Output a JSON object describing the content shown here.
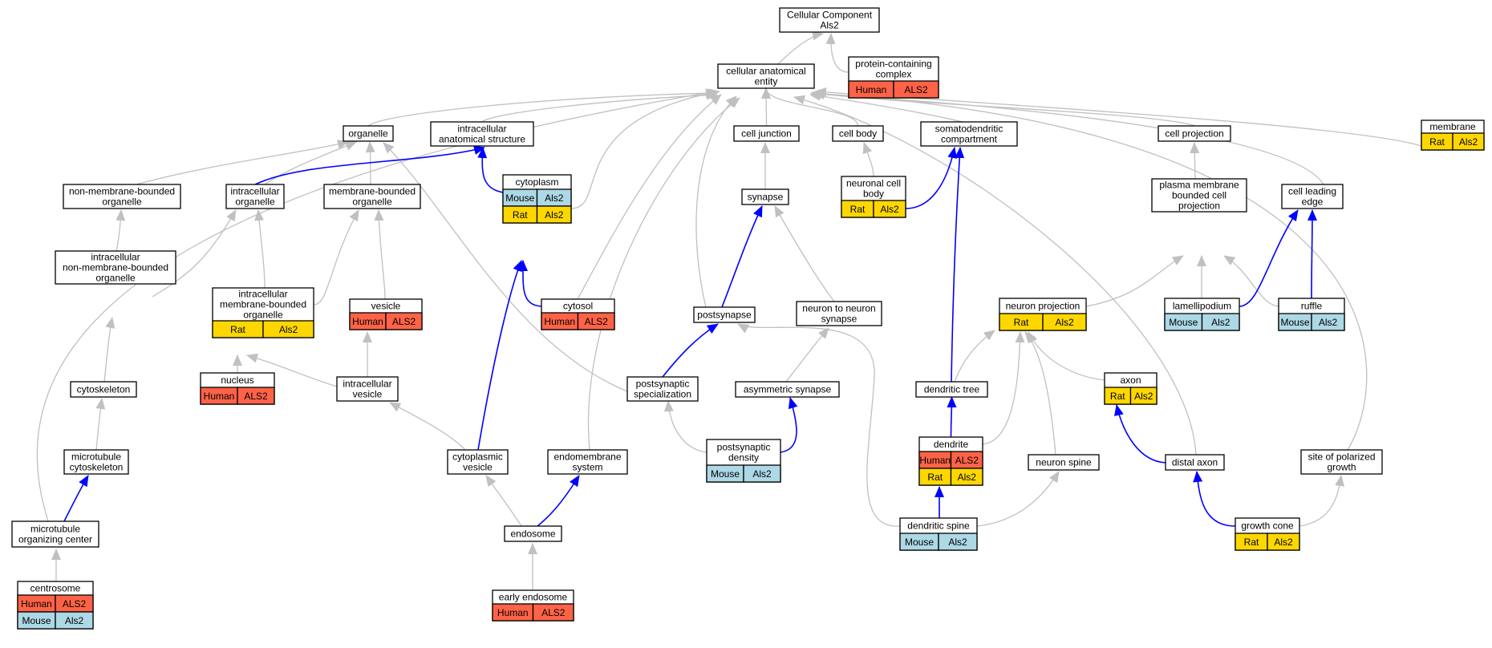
{
  "colors": {
    "Human": "#ff6347",
    "Mouse": "#add8e6",
    "Rat": "#ffd700",
    "edge_gray": "#c0c0c0",
    "edge_blue": "#0000ff"
  },
  "nodes": [
    {
      "id": "root",
      "lines": [
        "Cellular Component",
        "Als2"
      ],
      "rows": []
    },
    {
      "id": "anat",
      "lines": [
        "cellular anatomical",
        "entity"
      ],
      "rows": []
    },
    {
      "id": "protcomplex",
      "lines": [
        "protein-containing",
        "complex"
      ],
      "rows": [
        [
          {
            "sp": "Human",
            "g": "ALS2"
          }
        ]
      ]
    },
    {
      "id": "organelle",
      "lines": [
        "organelle"
      ],
      "rows": []
    },
    {
      "id": "ias",
      "lines": [
        "intracellular",
        "anatomical structure"
      ],
      "rows": []
    },
    {
      "id": "celljunction",
      "lines": [
        "cell junction"
      ],
      "rows": []
    },
    {
      "id": "cellbody",
      "lines": [
        "cell body"
      ],
      "rows": []
    },
    {
      "id": "somato",
      "lines": [
        "somatodendritic",
        "compartment"
      ],
      "rows": []
    },
    {
      "id": "cellprojection",
      "lines": [
        "cell projection"
      ],
      "rows": []
    },
    {
      "id": "membrane",
      "lines": [
        "membrane"
      ],
      "rows": [
        [
          {
            "sp": "Rat",
            "g": "Als2"
          }
        ]
      ]
    },
    {
      "id": "nmbo",
      "lines": [
        "non-membrane-bounded",
        "organelle"
      ],
      "rows": []
    },
    {
      "id": "intorg",
      "lines": [
        "intracellular",
        "organelle"
      ],
      "rows": []
    },
    {
      "id": "mbo",
      "lines": [
        "membrane-bounded",
        "organelle"
      ],
      "rows": []
    },
    {
      "id": "cytoplasm",
      "lines": [
        "cytoplasm"
      ],
      "rows": [
        [
          {
            "sp": "Mouse",
            "g": "Als2"
          }
        ],
        [
          {
            "sp": "Rat",
            "g": "Als2"
          }
        ]
      ]
    },
    {
      "id": "synapse",
      "lines": [
        "synapse"
      ],
      "rows": []
    },
    {
      "id": "ncb",
      "lines": [
        "neuronal cell",
        "body"
      ],
      "rows": [
        [
          {
            "sp": "Rat",
            "g": "Als2"
          }
        ]
      ]
    },
    {
      "id": "pmbcp",
      "lines": [
        "plasma membrane",
        "bounded cell",
        "projection"
      ],
      "rows": []
    },
    {
      "id": "cle",
      "lines": [
        "cell leading",
        "edge"
      ],
      "rows": []
    },
    {
      "id": "inmbo",
      "lines": [
        "intracellular",
        "non-membrane-bounded",
        "organelle"
      ],
      "rows": []
    },
    {
      "id": "imbo",
      "lines": [
        "intracellular",
        "membrane-bounded",
        "organelle"
      ],
      "rows": [
        [
          {
            "sp": "Rat",
            "g": "Als2"
          }
        ]
      ]
    },
    {
      "id": "vesicle",
      "lines": [
        "vesicle"
      ],
      "rows": [
        [
          {
            "sp": "Human",
            "g": "ALS2"
          }
        ]
      ]
    },
    {
      "id": "cytosol",
      "lines": [
        "cytosol"
      ],
      "rows": [
        [
          {
            "sp": "Human",
            "g": "ALS2"
          }
        ]
      ]
    },
    {
      "id": "postsynapse",
      "lines": [
        "postsynapse"
      ],
      "rows": []
    },
    {
      "id": "n2n",
      "lines": [
        "neuron to neuron",
        "synapse"
      ],
      "rows": []
    },
    {
      "id": "neuronproj",
      "lines": [
        "neuron projection"
      ],
      "rows": [
        [
          {
            "sp": "Rat",
            "g": "Als2"
          }
        ]
      ]
    },
    {
      "id": "lamelli",
      "lines": [
        "lamellipodium"
      ],
      "rows": [
        [
          {
            "sp": "Mouse",
            "g": "Als2"
          }
        ]
      ]
    },
    {
      "id": "ruffle",
      "lines": [
        "ruffle"
      ],
      "rows": [
        [
          {
            "sp": "Mouse",
            "g": "Als2"
          }
        ]
      ]
    },
    {
      "id": "cytoskeleton",
      "lines": [
        "cytoskeleton"
      ],
      "rows": []
    },
    {
      "id": "nucleus",
      "lines": [
        "nucleus"
      ],
      "rows": [
        [
          {
            "sp": "Human",
            "g": "ALS2"
          }
        ]
      ]
    },
    {
      "id": "intves",
      "lines": [
        "intracellular",
        "vesicle"
      ],
      "rows": []
    },
    {
      "id": "pss",
      "lines": [
        "postsynaptic",
        "specialization"
      ],
      "rows": []
    },
    {
      "id": "asym",
      "lines": [
        "asymmetric synapse"
      ],
      "rows": []
    },
    {
      "id": "dendtree",
      "lines": [
        "dendritic tree"
      ],
      "rows": []
    },
    {
      "id": "axon",
      "lines": [
        "axon"
      ],
      "rows": [
        [
          {
            "sp": "Rat",
            "g": "Als2"
          }
        ]
      ]
    },
    {
      "id": "mtcyto",
      "lines": [
        "microtubule",
        "cytoskeleton"
      ],
      "rows": []
    },
    {
      "id": "cytoves",
      "lines": [
        "cytoplasmic",
        "vesicle"
      ],
      "rows": []
    },
    {
      "id": "endomem",
      "lines": [
        "endomembrane",
        "system"
      ],
      "rows": []
    },
    {
      "id": "psd",
      "lines": [
        "postsynaptic",
        "density"
      ],
      "rows": [
        [
          {
            "sp": "Mouse",
            "g": "Als2"
          }
        ]
      ]
    },
    {
      "id": "dendrite",
      "lines": [
        "dendrite"
      ],
      "rows": [
        [
          {
            "sp": "Human",
            "g": "ALS2"
          }
        ],
        [
          {
            "sp": "Rat",
            "g": "Als2"
          }
        ]
      ]
    },
    {
      "id": "nspine",
      "lines": [
        "neuron spine"
      ],
      "rows": []
    },
    {
      "id": "distaxon",
      "lines": [
        "distal axon"
      ],
      "rows": []
    },
    {
      "id": "spg",
      "lines": [
        "site of polarized",
        "growth"
      ],
      "rows": []
    },
    {
      "id": "mtoc",
      "lines": [
        "microtubule",
        "organizing center"
      ],
      "rows": []
    },
    {
      "id": "endosome",
      "lines": [
        "endosome"
      ],
      "rows": []
    },
    {
      "id": "dspine",
      "lines": [
        "dendritic spine"
      ],
      "rows": [
        [
          {
            "sp": "Mouse",
            "g": "Als2"
          }
        ]
      ]
    },
    {
      "id": "growthcone",
      "lines": [
        "growth cone"
      ],
      "rows": [
        [
          {
            "sp": "Rat",
            "g": "Als2"
          }
        ]
      ]
    },
    {
      "id": "centrosome",
      "lines": [
        "centrosome"
      ],
      "rows": [
        [
          {
            "sp": "Human",
            "g": "ALS2"
          }
        ],
        [
          {
            "sp": "Mouse",
            "g": "Als2"
          }
        ]
      ]
    },
    {
      "id": "earlyendo",
      "lines": [
        "early endosome"
      ],
      "rows": [
        [
          {
            "sp": "Human",
            "g": "ALS2"
          }
        ]
      ]
    }
  ],
  "edges": [
    {
      "from": "anat",
      "to": "root",
      "type": "gray"
    },
    {
      "from": "protcomplex",
      "to": "root",
      "type": "gray"
    },
    {
      "from": "organelle",
      "to": "anat",
      "type": "gray"
    },
    {
      "from": "ias",
      "to": "anat",
      "type": "gray"
    },
    {
      "from": "celljunction",
      "to": "anat",
      "type": "gray"
    },
    {
      "from": "cellbody",
      "to": "anat",
      "type": "gray"
    },
    {
      "from": "somato",
      "to": "anat",
      "type": "gray"
    },
    {
      "from": "cellprojection",
      "to": "anat",
      "type": "gray"
    },
    {
      "from": "membrane",
      "to": "anat",
      "type": "gray"
    },
    {
      "from": "cytoplasm",
      "to": "anat",
      "type": "gray"
    },
    {
      "from": "cytosol",
      "to": "anat",
      "type": "gray"
    },
    {
      "from": "postsynapse",
      "to": "anat",
      "type": "gray"
    },
    {
      "from": "endomem",
      "to": "anat",
      "type": "gray"
    },
    {
      "from": "mtoc",
      "to": "anat",
      "type": "gray"
    },
    {
      "from": "distaxon",
      "to": "anat",
      "type": "gray"
    },
    {
      "from": "spg",
      "to": "anat",
      "type": "gray"
    },
    {
      "from": "cle",
      "to": "anat",
      "type": "gray"
    },
    {
      "from": "nmbo",
      "to": "organelle",
      "type": "gray"
    },
    {
      "from": "intorg",
      "to": "organelle",
      "type": "gray"
    },
    {
      "from": "mbo",
      "to": "organelle",
      "type": "gray"
    },
    {
      "from": "pss",
      "to": "organelle",
      "type": "gray"
    },
    {
      "from": "intorg",
      "to": "ias",
      "type": "blue"
    },
    {
      "from": "cytoplasm",
      "to": "ias",
      "type": "blue"
    },
    {
      "from": "synapse",
      "to": "celljunction",
      "type": "gray"
    },
    {
      "from": "ncb",
      "to": "cellbody",
      "type": "gray"
    },
    {
      "from": "ncb",
      "to": "somato",
      "type": "blue"
    },
    {
      "from": "dendtree",
      "to": "somato",
      "type": "blue"
    },
    {
      "from": "pmbcp",
      "to": "cellprojection",
      "type": "gray"
    },
    {
      "from": "inmbo",
      "to": "nmbo",
      "type": "gray"
    },
    {
      "from": "inmbo",
      "to": "intorg",
      "type": "gray"
    },
    {
      "from": "imbo",
      "to": "intorg",
      "type": "gray"
    },
    {
      "from": "imbo",
      "to": "mbo",
      "type": "gray"
    },
    {
      "from": "vesicle",
      "to": "mbo",
      "type": "gray"
    },
    {
      "from": "cytosol",
      "to": "cytoplasm",
      "type": "blue"
    },
    {
      "from": "cytoves",
      "to": "cytoplasm",
      "type": "blue"
    },
    {
      "from": "postsynapse",
      "to": "synapse",
      "type": "blue"
    },
    {
      "from": "n2n",
      "to": "synapse",
      "type": "gray"
    },
    {
      "from": "neuronproj",
      "to": "pmbcp",
      "type": "gray"
    },
    {
      "from": "lamelli",
      "to": "pmbcp",
      "type": "gray"
    },
    {
      "from": "ruffle",
      "to": "pmbcp",
      "type": "gray"
    },
    {
      "from": "lamelli",
      "to": "cle",
      "type": "blue"
    },
    {
      "from": "ruffle",
      "to": "cle",
      "type": "blue"
    },
    {
      "from": "cytoskeleton",
      "to": "inmbo",
      "type": "gray"
    },
    {
      "from": "nucleus",
      "to": "imbo",
      "type": "gray"
    },
    {
      "from": "intves",
      "to": "imbo",
      "type": "gray"
    },
    {
      "from": "intves",
      "to": "vesicle",
      "type": "gray"
    },
    {
      "from": "pss",
      "to": "postsynapse",
      "type": "blue"
    },
    {
      "from": "dspine",
      "to": "postsynapse",
      "type": "gray"
    },
    {
      "from": "asym",
      "to": "n2n",
      "type": "gray"
    },
    {
      "from": "dendtree",
      "to": "neuronproj",
      "type": "gray"
    },
    {
      "from": "dendrite",
      "to": "neuronproj",
      "type": "gray"
    },
    {
      "from": "nspine",
      "to": "neuronproj",
      "type": "gray"
    },
    {
      "from": "axon",
      "to": "neuronproj",
      "type": "gray"
    },
    {
      "from": "mtcyto",
      "to": "cytoskeleton",
      "type": "gray"
    },
    {
      "from": "cytoves",
      "to": "intves",
      "type": "gray"
    },
    {
      "from": "psd",
      "to": "pss",
      "type": "gray"
    },
    {
      "from": "psd",
      "to": "asym",
      "type": "blue"
    },
    {
      "from": "dendrite",
      "to": "dendtree",
      "type": "blue"
    },
    {
      "from": "distaxon",
      "to": "axon",
      "type": "blue"
    },
    {
      "from": "mtoc",
      "to": "mtcyto",
      "type": "blue"
    },
    {
      "from": "endosome",
      "to": "cytoves",
      "type": "gray"
    },
    {
      "from": "endosome",
      "to": "endomem",
      "type": "blue"
    },
    {
      "from": "dspine",
      "to": "dendrite",
      "type": "blue"
    },
    {
      "from": "dspine",
      "to": "nspine",
      "type": "gray"
    },
    {
      "from": "growthcone",
      "to": "distaxon",
      "type": "blue"
    },
    {
      "from": "growthcone",
      "to": "spg",
      "type": "gray"
    },
    {
      "from": "centrosome",
      "to": "mtoc",
      "type": "gray"
    },
    {
      "from": "earlyendo",
      "to": "endosome",
      "type": "gray"
    }
  ]
}
